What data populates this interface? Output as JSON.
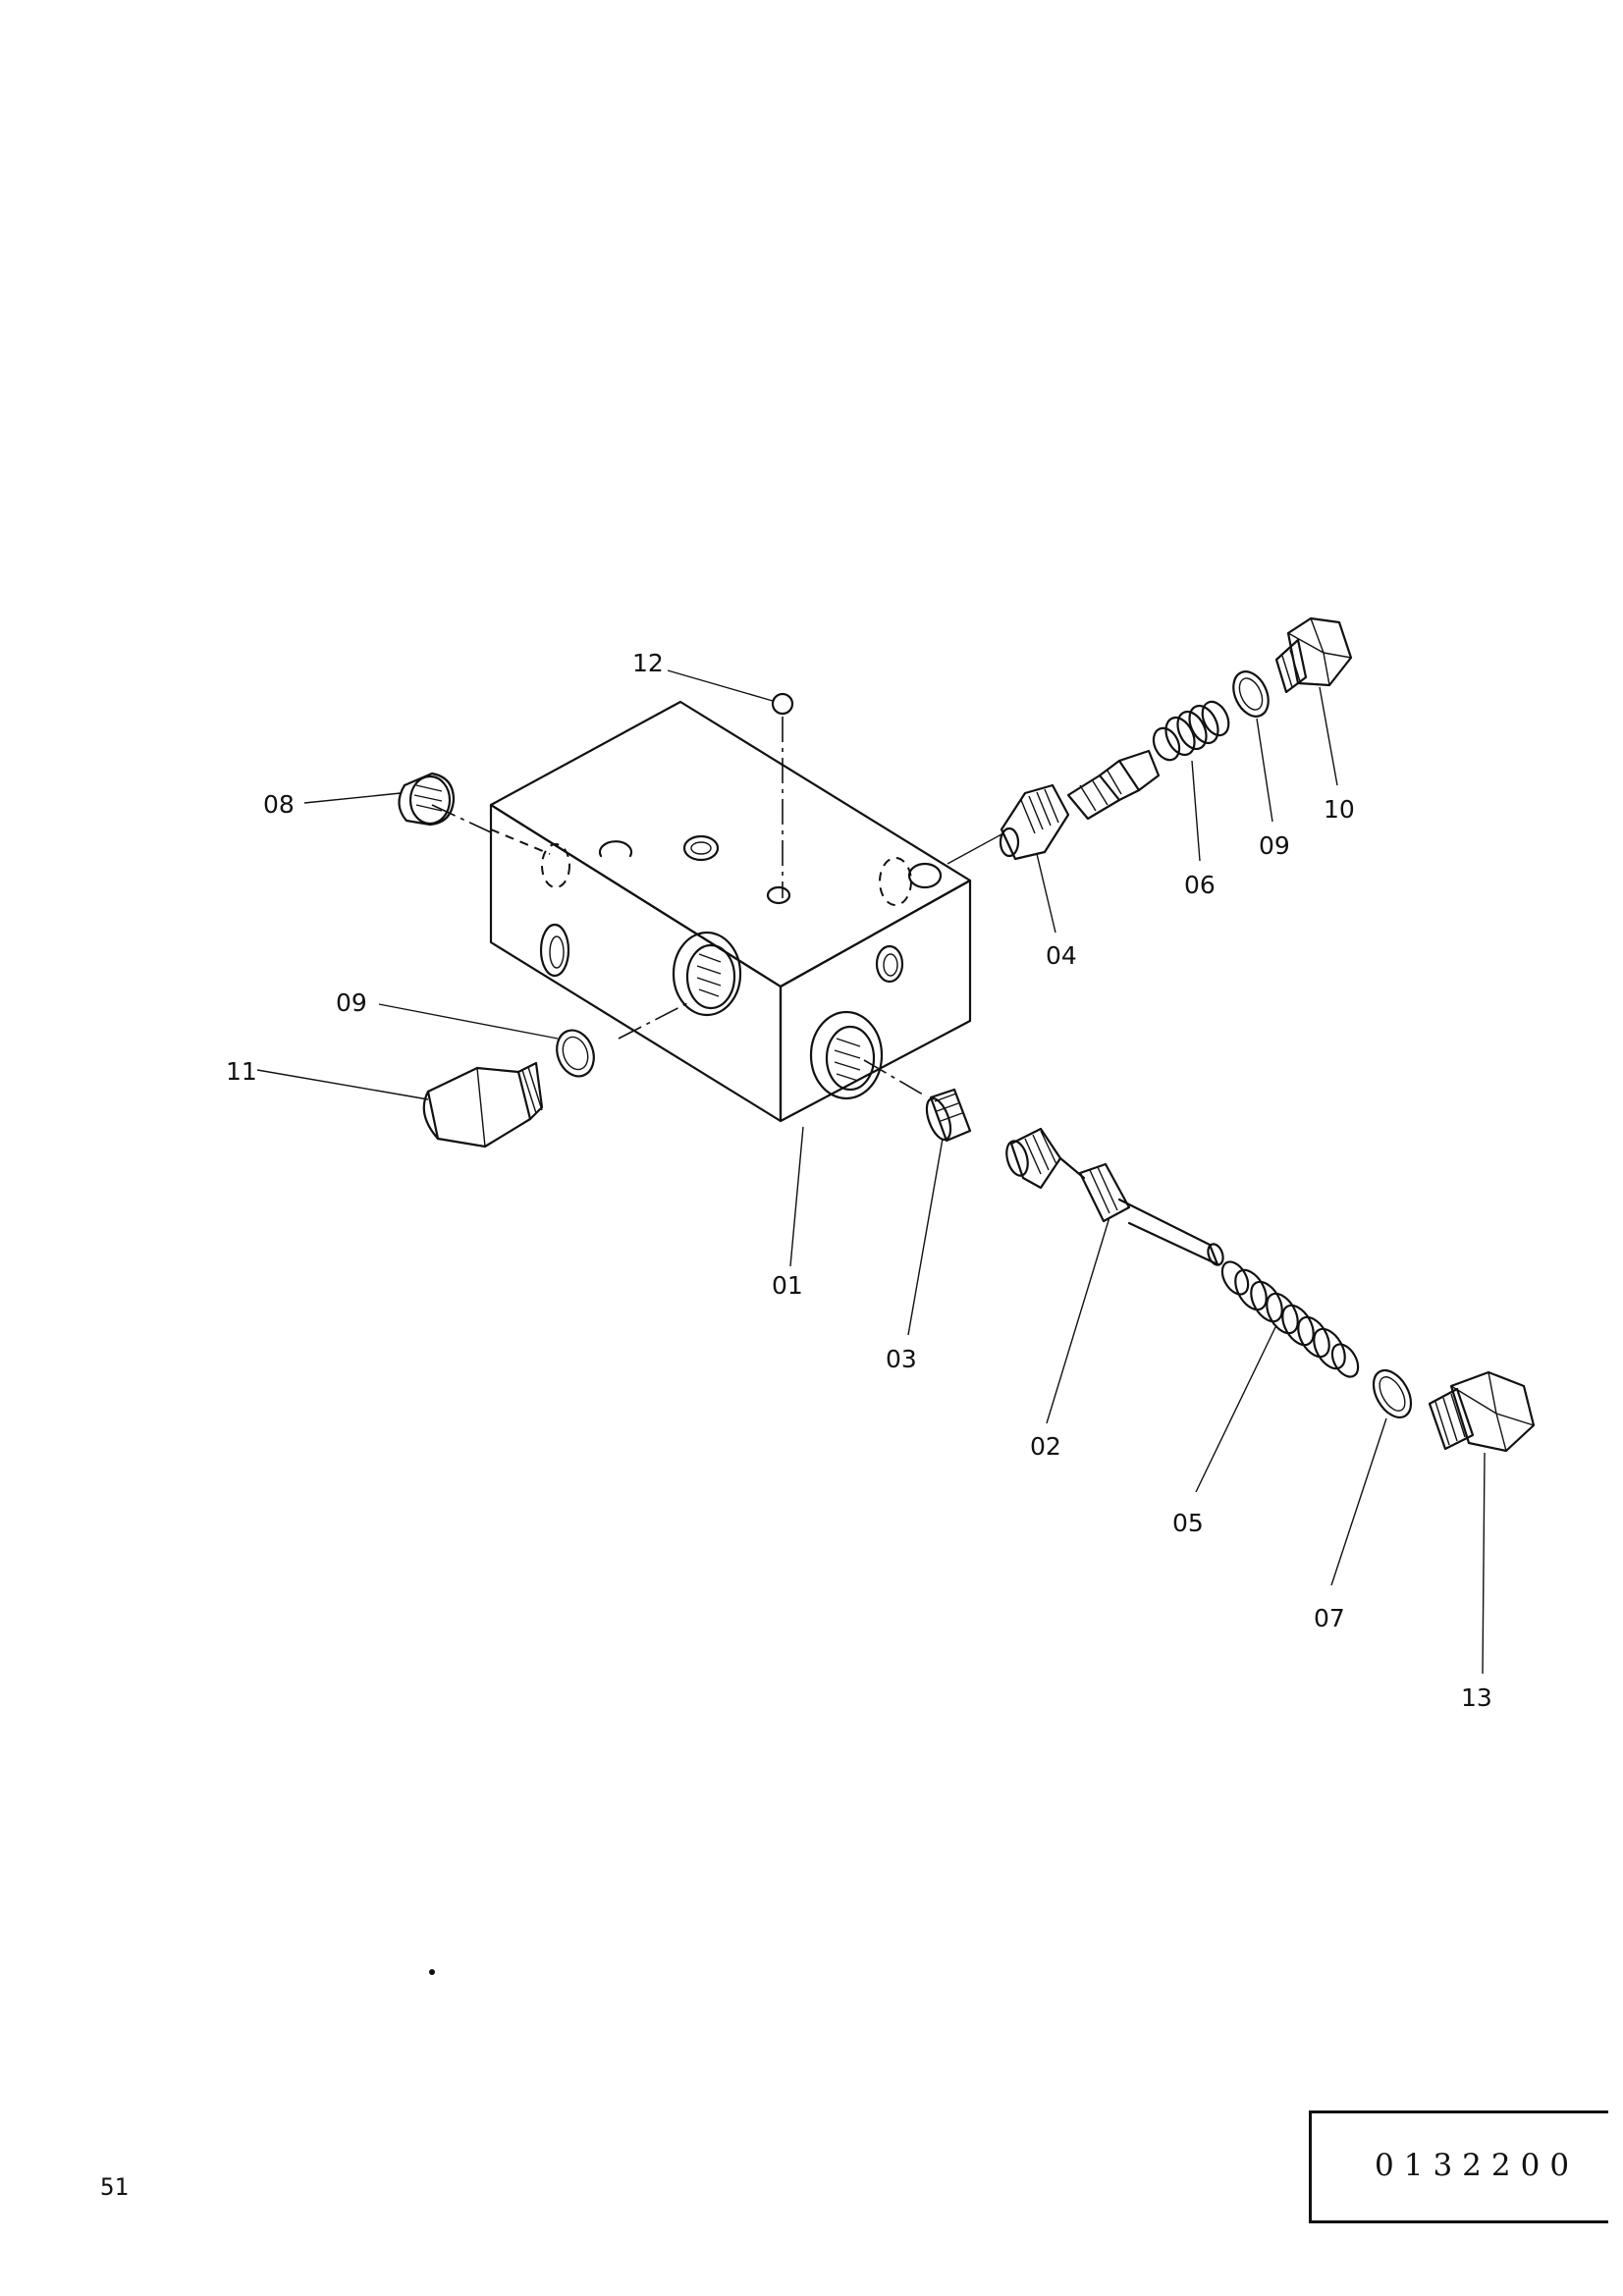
{
  "diagram": {
    "callouts": [
      {
        "id": "c12",
        "label": "12",
        "part": "ball"
      },
      {
        "id": "c08",
        "label": "08",
        "part": "plug"
      },
      {
        "id": "c09a",
        "label": "09",
        "part": "o-ring"
      },
      {
        "id": "c11",
        "label": "11",
        "part": "hex-plug"
      },
      {
        "id": "c01",
        "label": "01",
        "part": "valve-body"
      },
      {
        "id": "c04",
        "label": "04",
        "part": "spool"
      },
      {
        "id": "c06",
        "label": "06",
        "part": "spring"
      },
      {
        "id": "c09b",
        "label": "09",
        "part": "o-ring"
      },
      {
        "id": "c10",
        "label": "10",
        "part": "hex-plug"
      },
      {
        "id": "c03",
        "label": "03",
        "part": "poppet"
      },
      {
        "id": "c02",
        "label": "02",
        "part": "spool"
      },
      {
        "id": "c05",
        "label": "05",
        "part": "spring"
      },
      {
        "id": "c07",
        "label": "07",
        "part": "o-ring"
      },
      {
        "id": "c13",
        "label": "13",
        "part": "hex-plug"
      }
    ]
  },
  "page_number": "51",
  "reference_code": "0132200"
}
